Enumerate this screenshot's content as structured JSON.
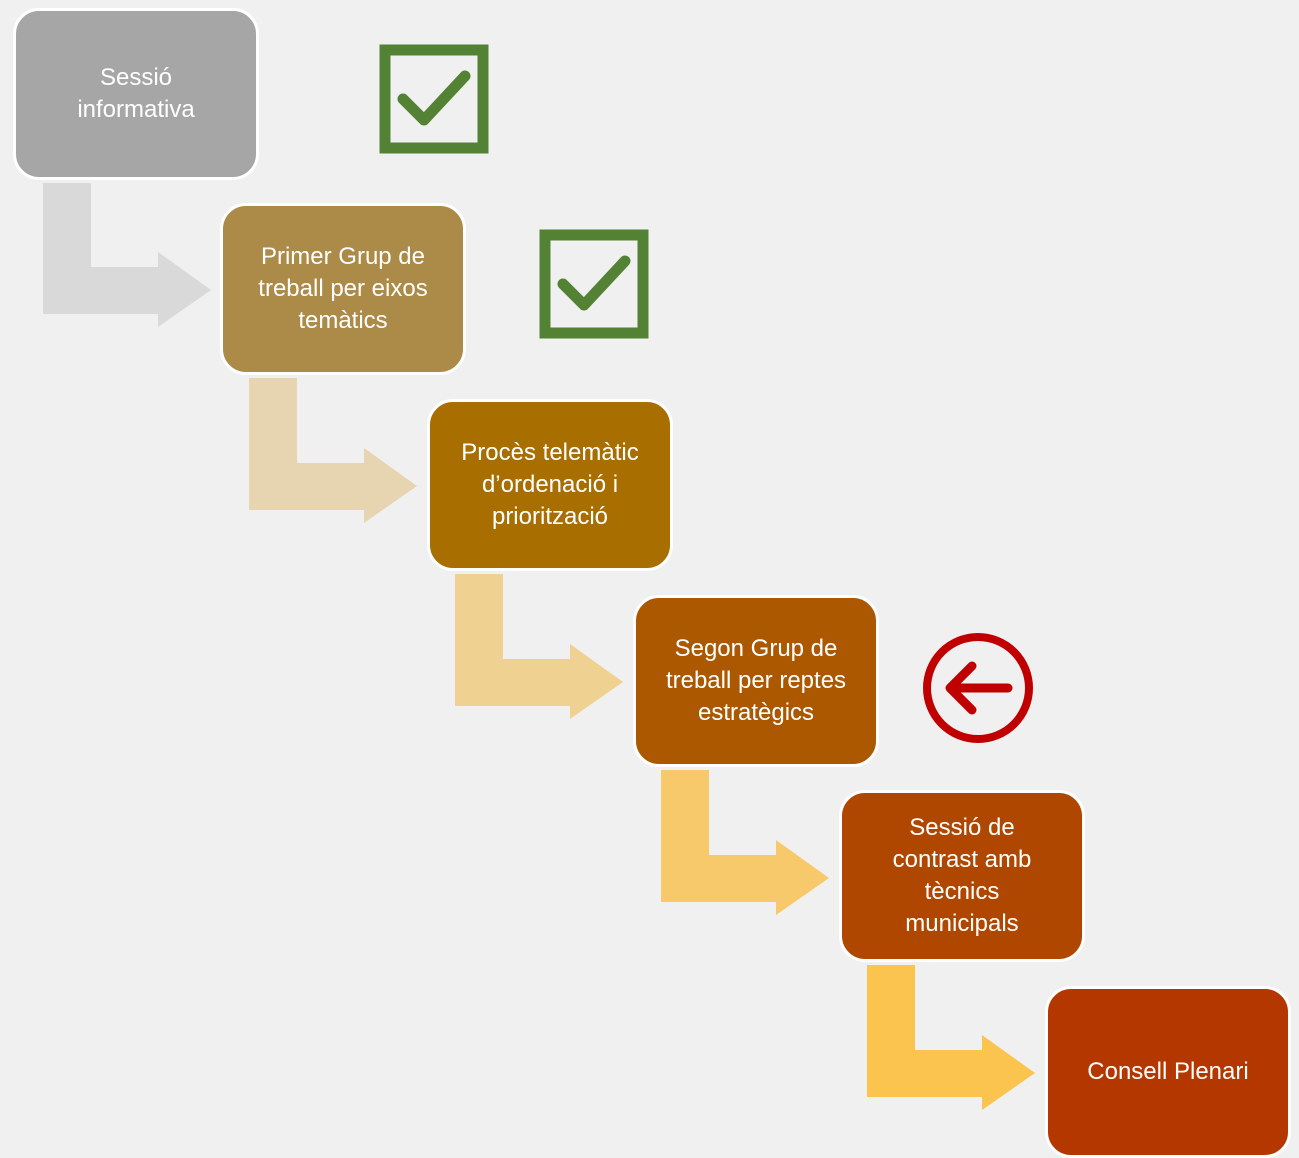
{
  "colors": {
    "background": "#f0f0f0",
    "steps": [
      "#a6a6a6",
      "#ac8a47",
      "#a86e00",
      "#ac5800",
      "#b04700",
      "#b43700"
    ],
    "connectors": [
      "#d9d9d9",
      "#e6d5b0",
      "#efd191",
      "#f7c96a",
      "#fac44e"
    ],
    "check": "#548235",
    "current_marker": "#c00000"
  },
  "steps": [
    {
      "label": "Sessió informativa",
      "lines": [
        "Sessió",
        "informativa"
      ],
      "status": "done"
    },
    {
      "label": "Primer Grup de treball per eixos temàtics",
      "lines": [
        "Primer Grup de",
        "treball per eixos",
        "temàtics"
      ],
      "status": "done"
    },
    {
      "label": "Procès telemàtic d’ordenació i priorització",
      "lines": [
        "Procès telemàtic",
        "d’ordenació i",
        "priorització"
      ],
      "status": "pending"
    },
    {
      "label": "Segon Grup de treball per reptes estratègics",
      "lines": [
        "Segon Grup de",
        "treball per reptes",
        "estratègics"
      ],
      "status": "current"
    },
    {
      "label": "Sessió de contrast amb tècnics municipals",
      "lines": [
        "Sessió de",
        "contrast amb",
        "tècnics",
        "municipals"
      ],
      "status": "pending"
    },
    {
      "label": "Consell Plenari",
      "lines": [
        "Consell Plenari"
      ],
      "status": "pending"
    }
  ],
  "icons": {
    "check": "checkbox-checked-icon",
    "current": "circled-left-arrow-icon"
  }
}
